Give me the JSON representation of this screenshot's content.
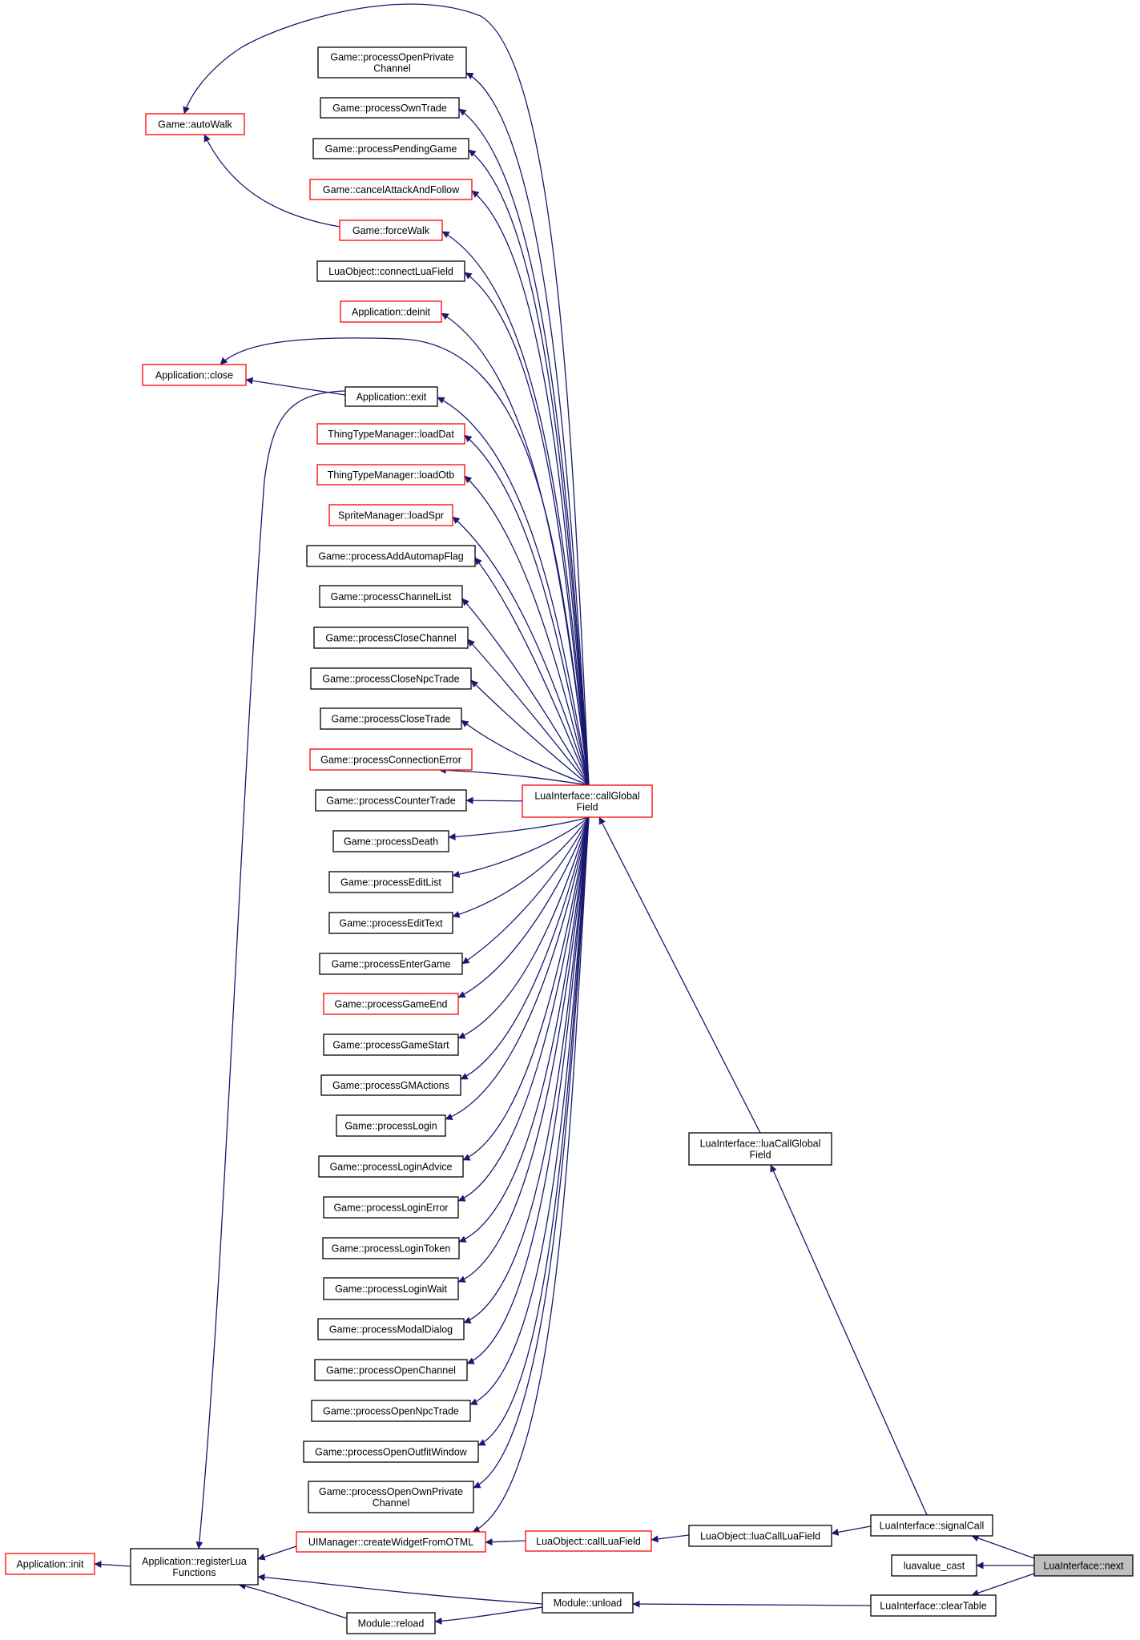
{
  "colors": {
    "edge": "#191970",
    "arrowhead": "#191970",
    "border_plain": "#000000",
    "border_incomplete": "#ff0000",
    "focus_fill": "#bfbfbf",
    "background": "#ffffff"
  },
  "nodes": [
    {
      "id": "openPrivateChannel",
      "lines": [
        "Game::processOpenPrivate",
        "Channel"
      ],
      "style": "plain"
    },
    {
      "id": "ownTrade",
      "lines": [
        "Game::processOwnTrade"
      ],
      "style": "plain"
    },
    {
      "id": "pendingGame",
      "lines": [
        "Game::processPendingGame"
      ],
      "style": "plain"
    },
    {
      "id": "cancelAttack",
      "lines": [
        "Game::cancelAttackAndFollow"
      ],
      "style": "red"
    },
    {
      "id": "forceWalk",
      "lines": [
        "Game::forceWalk"
      ],
      "style": "red"
    },
    {
      "id": "connectLuaField",
      "lines": [
        "LuaObject::connectLuaField"
      ],
      "style": "plain"
    },
    {
      "id": "appDeinit",
      "lines": [
        "Application::deinit"
      ],
      "style": "red"
    },
    {
      "id": "appExit",
      "lines": [
        "Application::exit"
      ],
      "style": "plain"
    },
    {
      "id": "loadDat",
      "lines": [
        "ThingTypeManager::loadDat"
      ],
      "style": "red"
    },
    {
      "id": "loadOtb",
      "lines": [
        "ThingTypeManager::loadOtb"
      ],
      "style": "red"
    },
    {
      "id": "loadSpr",
      "lines": [
        "SpriteManager::loadSpr"
      ],
      "style": "red"
    },
    {
      "id": "addAutomapFlag",
      "lines": [
        "Game::processAddAutomapFlag"
      ],
      "style": "plain"
    },
    {
      "id": "channelList",
      "lines": [
        "Game::processChannelList"
      ],
      "style": "plain"
    },
    {
      "id": "closeChannel",
      "lines": [
        "Game::processCloseChannel"
      ],
      "style": "plain"
    },
    {
      "id": "closeNpcTrade",
      "lines": [
        "Game::processCloseNpcTrade"
      ],
      "style": "plain"
    },
    {
      "id": "closeTrade",
      "lines": [
        "Game::processCloseTrade"
      ],
      "style": "plain"
    },
    {
      "id": "connectionError",
      "lines": [
        "Game::processConnectionError"
      ],
      "style": "red"
    },
    {
      "id": "counterTrade",
      "lines": [
        "Game::processCounterTrade"
      ],
      "style": "plain"
    },
    {
      "id": "death",
      "lines": [
        "Game::processDeath"
      ],
      "style": "plain"
    },
    {
      "id": "editList",
      "lines": [
        "Game::processEditList"
      ],
      "style": "plain"
    },
    {
      "id": "editText",
      "lines": [
        "Game::processEditText"
      ],
      "style": "plain"
    },
    {
      "id": "enterGame",
      "lines": [
        "Game::processEnterGame"
      ],
      "style": "plain"
    },
    {
      "id": "gameEnd",
      "lines": [
        "Game::processGameEnd"
      ],
      "style": "red"
    },
    {
      "id": "gameStart",
      "lines": [
        "Game::processGameStart"
      ],
      "style": "plain"
    },
    {
      "id": "gmActions",
      "lines": [
        "Game::processGMActions"
      ],
      "style": "plain"
    },
    {
      "id": "login",
      "lines": [
        "Game::processLogin"
      ],
      "style": "plain"
    },
    {
      "id": "loginAdvice",
      "lines": [
        "Game::processLoginAdvice"
      ],
      "style": "plain"
    },
    {
      "id": "loginError",
      "lines": [
        "Game::processLoginError"
      ],
      "style": "plain"
    },
    {
      "id": "loginToken",
      "lines": [
        "Game::processLoginToken"
      ],
      "style": "plain"
    },
    {
      "id": "loginWait",
      "lines": [
        "Game::processLoginWait"
      ],
      "style": "plain"
    },
    {
      "id": "modalDialog",
      "lines": [
        "Game::processModalDialog"
      ],
      "style": "plain"
    },
    {
      "id": "openChannel",
      "lines": [
        "Game::processOpenChannel"
      ],
      "style": "plain"
    },
    {
      "id": "openNpcTrade",
      "lines": [
        "Game::processOpenNpcTrade"
      ],
      "style": "plain"
    },
    {
      "id": "openOutfitWindow",
      "lines": [
        "Game::processOpenOutfitWindow"
      ],
      "style": "plain"
    },
    {
      "id": "openOwnPrivateChannel",
      "lines": [
        "Game::processOpenOwnPrivate",
        "Channel"
      ],
      "style": "plain"
    },
    {
      "id": "createWidget",
      "lines": [
        "UIManager::createWidgetFromOTML"
      ],
      "style": "red"
    },
    {
      "id": "moduleReload",
      "lines": [
        "Module::reload"
      ],
      "style": "plain"
    },
    {
      "id": "autoWalk",
      "lines": [
        "Game::autoWalk"
      ],
      "style": "red"
    },
    {
      "id": "appClose",
      "lines": [
        "Application::close"
      ],
      "style": "red"
    },
    {
      "id": "appInit",
      "lines": [
        "Application::init"
      ],
      "style": "red"
    },
    {
      "id": "registerLua",
      "lines": [
        "Application::registerLua",
        "Functions"
      ],
      "style": "plain"
    },
    {
      "id": "callGlobalField",
      "lines": [
        "LuaInterface::callGlobal",
        "Field"
      ],
      "style": "red"
    },
    {
      "id": "luaCallGlobalField",
      "lines": [
        "LuaInterface::luaCallGlobal",
        "Field"
      ],
      "style": "plain"
    },
    {
      "id": "callLuaField",
      "lines": [
        "LuaObject::callLuaField"
      ],
      "style": "red"
    },
    {
      "id": "luaCallLuaField",
      "lines": [
        "LuaObject::luaCallLuaField"
      ],
      "style": "plain"
    },
    {
      "id": "moduleUnload",
      "lines": [
        "Module::unload"
      ],
      "style": "plain"
    },
    {
      "id": "signalCall",
      "lines": [
        "LuaInterface::signalCall"
      ],
      "style": "plain"
    },
    {
      "id": "luavalueCast",
      "lines": [
        "luavalue_cast"
      ],
      "style": "plain"
    },
    {
      "id": "clearTable",
      "lines": [
        "LuaInterface::clearTable"
      ],
      "style": "plain"
    },
    {
      "id": "next",
      "lines": [
        "LuaInterface::next"
      ],
      "style": "focus"
    }
  ],
  "edges": [
    {
      "from": "callGlobalField",
      "to": "openPrivateChannel"
    },
    {
      "from": "callGlobalField",
      "to": "ownTrade"
    },
    {
      "from": "callGlobalField",
      "to": "pendingGame"
    },
    {
      "from": "callGlobalField",
      "to": "cancelAttack"
    },
    {
      "from": "callGlobalField",
      "to": "forceWalk"
    },
    {
      "from": "callGlobalField",
      "to": "connectLuaField"
    },
    {
      "from": "callGlobalField",
      "to": "appDeinit"
    },
    {
      "from": "callGlobalField",
      "to": "appExit"
    },
    {
      "from": "callGlobalField",
      "to": "appClose"
    },
    {
      "from": "callGlobalField",
      "to": "loadDat"
    },
    {
      "from": "callGlobalField",
      "to": "loadOtb"
    },
    {
      "from": "callGlobalField",
      "to": "loadSpr"
    },
    {
      "from": "callGlobalField",
      "to": "addAutomapFlag"
    },
    {
      "from": "callGlobalField",
      "to": "channelList"
    },
    {
      "from": "callGlobalField",
      "to": "closeChannel"
    },
    {
      "from": "callGlobalField",
      "to": "closeNpcTrade"
    },
    {
      "from": "callGlobalField",
      "to": "closeTrade"
    },
    {
      "from": "callGlobalField",
      "to": "connectionError"
    },
    {
      "from": "callGlobalField",
      "to": "counterTrade"
    },
    {
      "from": "callGlobalField",
      "to": "death"
    },
    {
      "from": "callGlobalField",
      "to": "editList"
    },
    {
      "from": "callGlobalField",
      "to": "editText"
    },
    {
      "from": "callGlobalField",
      "to": "enterGame"
    },
    {
      "from": "callGlobalField",
      "to": "gameEnd"
    },
    {
      "from": "callGlobalField",
      "to": "gameStart"
    },
    {
      "from": "callGlobalField",
      "to": "gmActions"
    },
    {
      "from": "callGlobalField",
      "to": "login"
    },
    {
      "from": "callGlobalField",
      "to": "loginAdvice"
    },
    {
      "from": "callGlobalField",
      "to": "loginError"
    },
    {
      "from": "callGlobalField",
      "to": "loginToken"
    },
    {
      "from": "callGlobalField",
      "to": "loginWait"
    },
    {
      "from": "callGlobalField",
      "to": "modalDialog"
    },
    {
      "from": "callGlobalField",
      "to": "openChannel"
    },
    {
      "from": "callGlobalField",
      "to": "openNpcTrade"
    },
    {
      "from": "callGlobalField",
      "to": "openOutfitWindow"
    },
    {
      "from": "callGlobalField",
      "to": "openOwnPrivateChannel"
    },
    {
      "from": "callGlobalField",
      "to": "createWidget"
    },
    {
      "from": "callGlobalField",
      "to": "autoWalk"
    },
    {
      "from": "forceWalk",
      "to": "autoWalk"
    },
    {
      "from": "appExit",
      "to": "appClose"
    },
    {
      "from": "appExit",
      "to": "registerLua"
    },
    {
      "from": "callLuaField",
      "to": "createWidget"
    },
    {
      "from": "createWidget",
      "to": "registerLua"
    },
    {
      "from": "registerLua",
      "to": "appInit"
    },
    {
      "from": "moduleReload",
      "to": "registerLua"
    },
    {
      "from": "moduleUnload",
      "to": "registerLua"
    },
    {
      "from": "moduleUnload",
      "to": "moduleReload"
    },
    {
      "from": "luaCallGlobalField",
      "to": "callGlobalField"
    },
    {
      "from": "luaCallLuaField",
      "to": "callLuaField"
    },
    {
      "from": "signalCall",
      "to": "luaCallGlobalField"
    },
    {
      "from": "signalCall",
      "to": "luaCallLuaField"
    },
    {
      "from": "clearTable",
      "to": "moduleUnload"
    },
    {
      "from": "next",
      "to": "signalCall"
    },
    {
      "from": "next",
      "to": "luavalueCast"
    },
    {
      "from": "next",
      "to": "clearTable"
    }
  ]
}
